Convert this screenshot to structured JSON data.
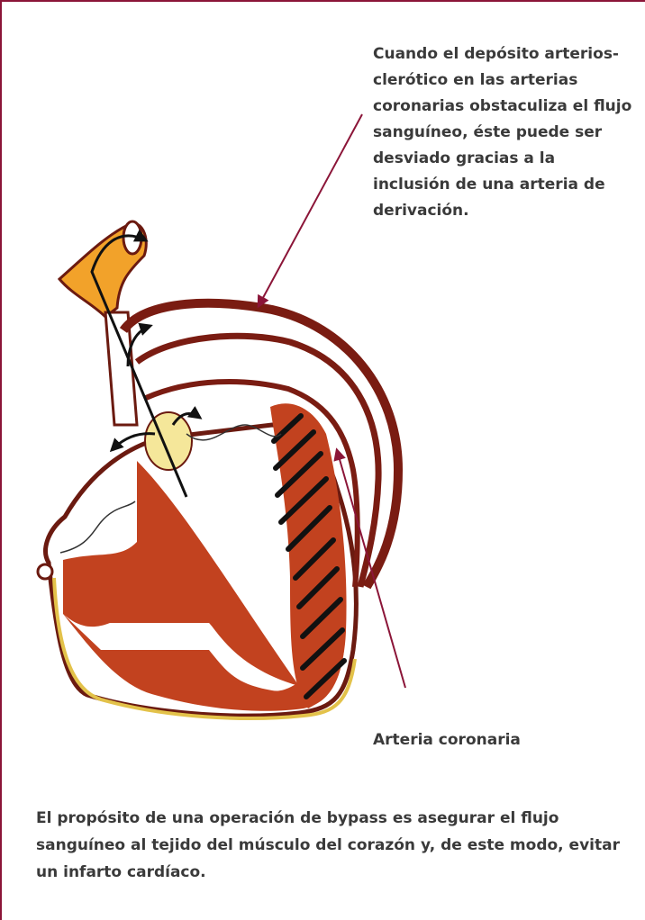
{
  "annotations": {
    "top_note": "Cuando el depósito arterios-clerótico en las arterias coronarias obstaculiza el flujo sanguíneo, éste puede ser desviado gracias a la inclusión de una arteria de derivación.",
    "coronary_label": "Arteria coronaria"
  },
  "caption": "El propósito de una operación de bypass es asegurar el flujo sanguíneo al tejido del músculo del corazón y, de este modo, evitar un infarto cardíaco.",
  "colors": {
    "frame": "#8b1538",
    "muscle": "#c2421f",
    "vessel_outline": "#6b1a10",
    "aorta": "#f2a22a",
    "valve": "#f5e79a",
    "pericardium": "#e3c24a",
    "pointer": "#8b1538"
  }
}
